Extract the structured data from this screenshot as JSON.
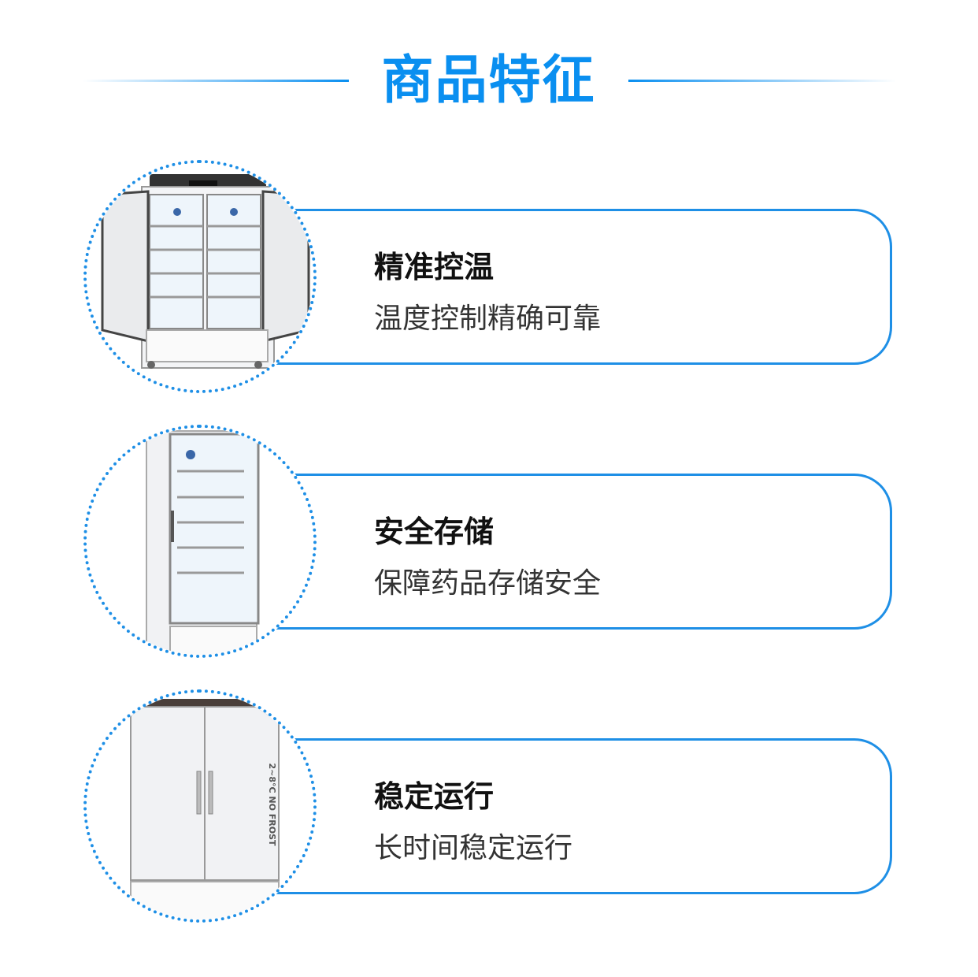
{
  "header": {
    "title": "商品特征"
  },
  "features": [
    {
      "title": "精准控温",
      "desc": "温度控制精确可靠"
    },
    {
      "title": "安全存储",
      "desc": "保障药品存储安全"
    },
    {
      "title": "稳定运行",
      "desc": "长时间稳定运行",
      "fridge_label": "2~8°C NO FROST"
    }
  ],
  "colors": {
    "accent": "#0a8ff0",
    "title_text": "#111111",
    "desc_text": "#333333"
  },
  "icons": [
    "double-door-fridge-open",
    "single-glass-door-fridge",
    "double-door-fridge-closed"
  ]
}
